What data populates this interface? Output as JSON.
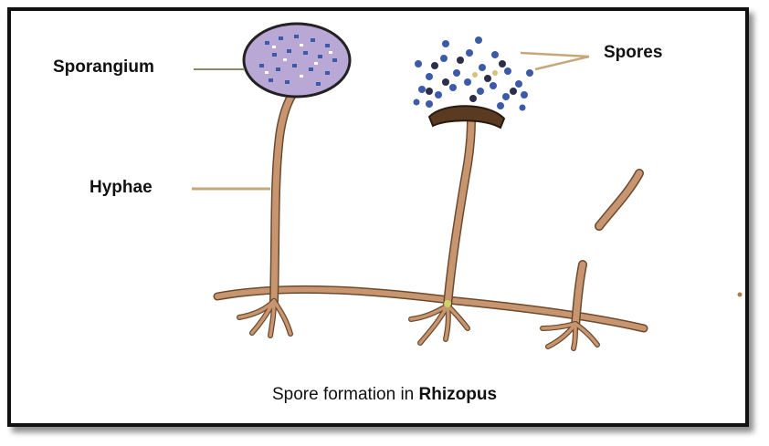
{
  "labels": {
    "sporangium": "Sporangium",
    "spores": "Spores",
    "hyphae": "Hyphae"
  },
  "caption": {
    "prefix": "Spore formation in ",
    "organism": "Rhizopus"
  },
  "colors": {
    "hypha": "#c79670",
    "hypha_outline": "#6b4a2e",
    "sporangium_fill": "#b9a7d6",
    "spore_blue": "#3c5aa8",
    "spore_dark": "#2b2f4a",
    "columella": "#5a3b22",
    "leader": "#c7a77a"
  }
}
